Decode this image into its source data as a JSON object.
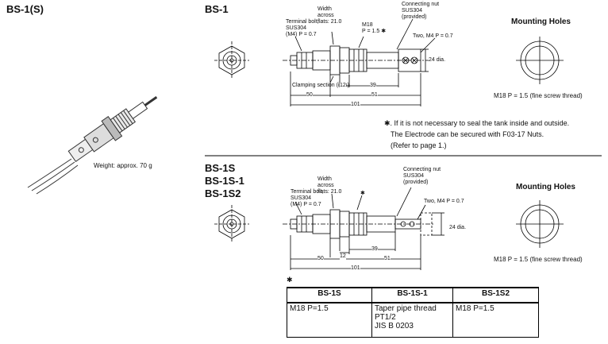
{
  "left": {
    "title": "BS-1(S)",
    "weight": "Weight: approx. 70 g"
  },
  "bs1": {
    "title": "BS-1",
    "terminal_bolt": [
      "Terminal bolt,",
      "SUS304",
      "(M4) P = 0.7"
    ],
    "width_flats": [
      "Width",
      "across",
      "flats: 21.0"
    ],
    "m18": [
      "M18",
      "P = 1.5 ✱"
    ],
    "connecting_nut": [
      "Connecting nut",
      "SUS304",
      "(provided)"
    ],
    "two_m4": "Two, M4 P = 0.7",
    "dia": "24 dia.",
    "clamping": "Clamping section (iron)",
    "dim_12": "12",
    "dim_39": "39",
    "dim_50": "50",
    "dim_51": "51",
    "dim_101": "101"
  },
  "mounting1": {
    "title": "Mounting Holes",
    "caption": "M18 P = 1.5 (fine screw thread)"
  },
  "note": {
    "line1": "✱. If it is not necessary to seal the tank inside and outside.",
    "line2": "The Electrode can be secured with F03-17 Nuts.",
    "line3": "(Refer to page 1.)"
  },
  "bs1s": {
    "titles": [
      "BS-1S",
      "BS-1S-1",
      "BS-1S2"
    ],
    "terminal_bolt": [
      "Terminal bolt,",
      "SUS304",
      "(M4) P = 0.7"
    ],
    "width_flats": [
      "Width",
      "across",
      "flats: 21.0"
    ],
    "star": "✱",
    "connecting_nut": [
      "Connecting nut",
      "SUS304",
      "(provided)"
    ],
    "two_m4": "Two, M4 P = 0.7",
    "dia": "24 dia.",
    "dim_39": "39",
    "dim_12": "12",
    "dim_50": "50",
    "dim_51": "51",
    "dim_101": "101"
  },
  "mounting2": {
    "title": "Mounting Holes",
    "caption": "M18 P = 1.5 (fine screw thread)"
  },
  "table": {
    "star": "✱",
    "headers": [
      "BS-1S",
      "BS-1S-1",
      "BS-1S2"
    ],
    "cells": [
      "M18 P=1.5",
      "Taper pipe thread\nPT1/2\nJIS B 0203",
      "M18 P=1.5"
    ]
  },
  "colors": {
    "line": "#000000",
    "sketch": "#333333"
  }
}
